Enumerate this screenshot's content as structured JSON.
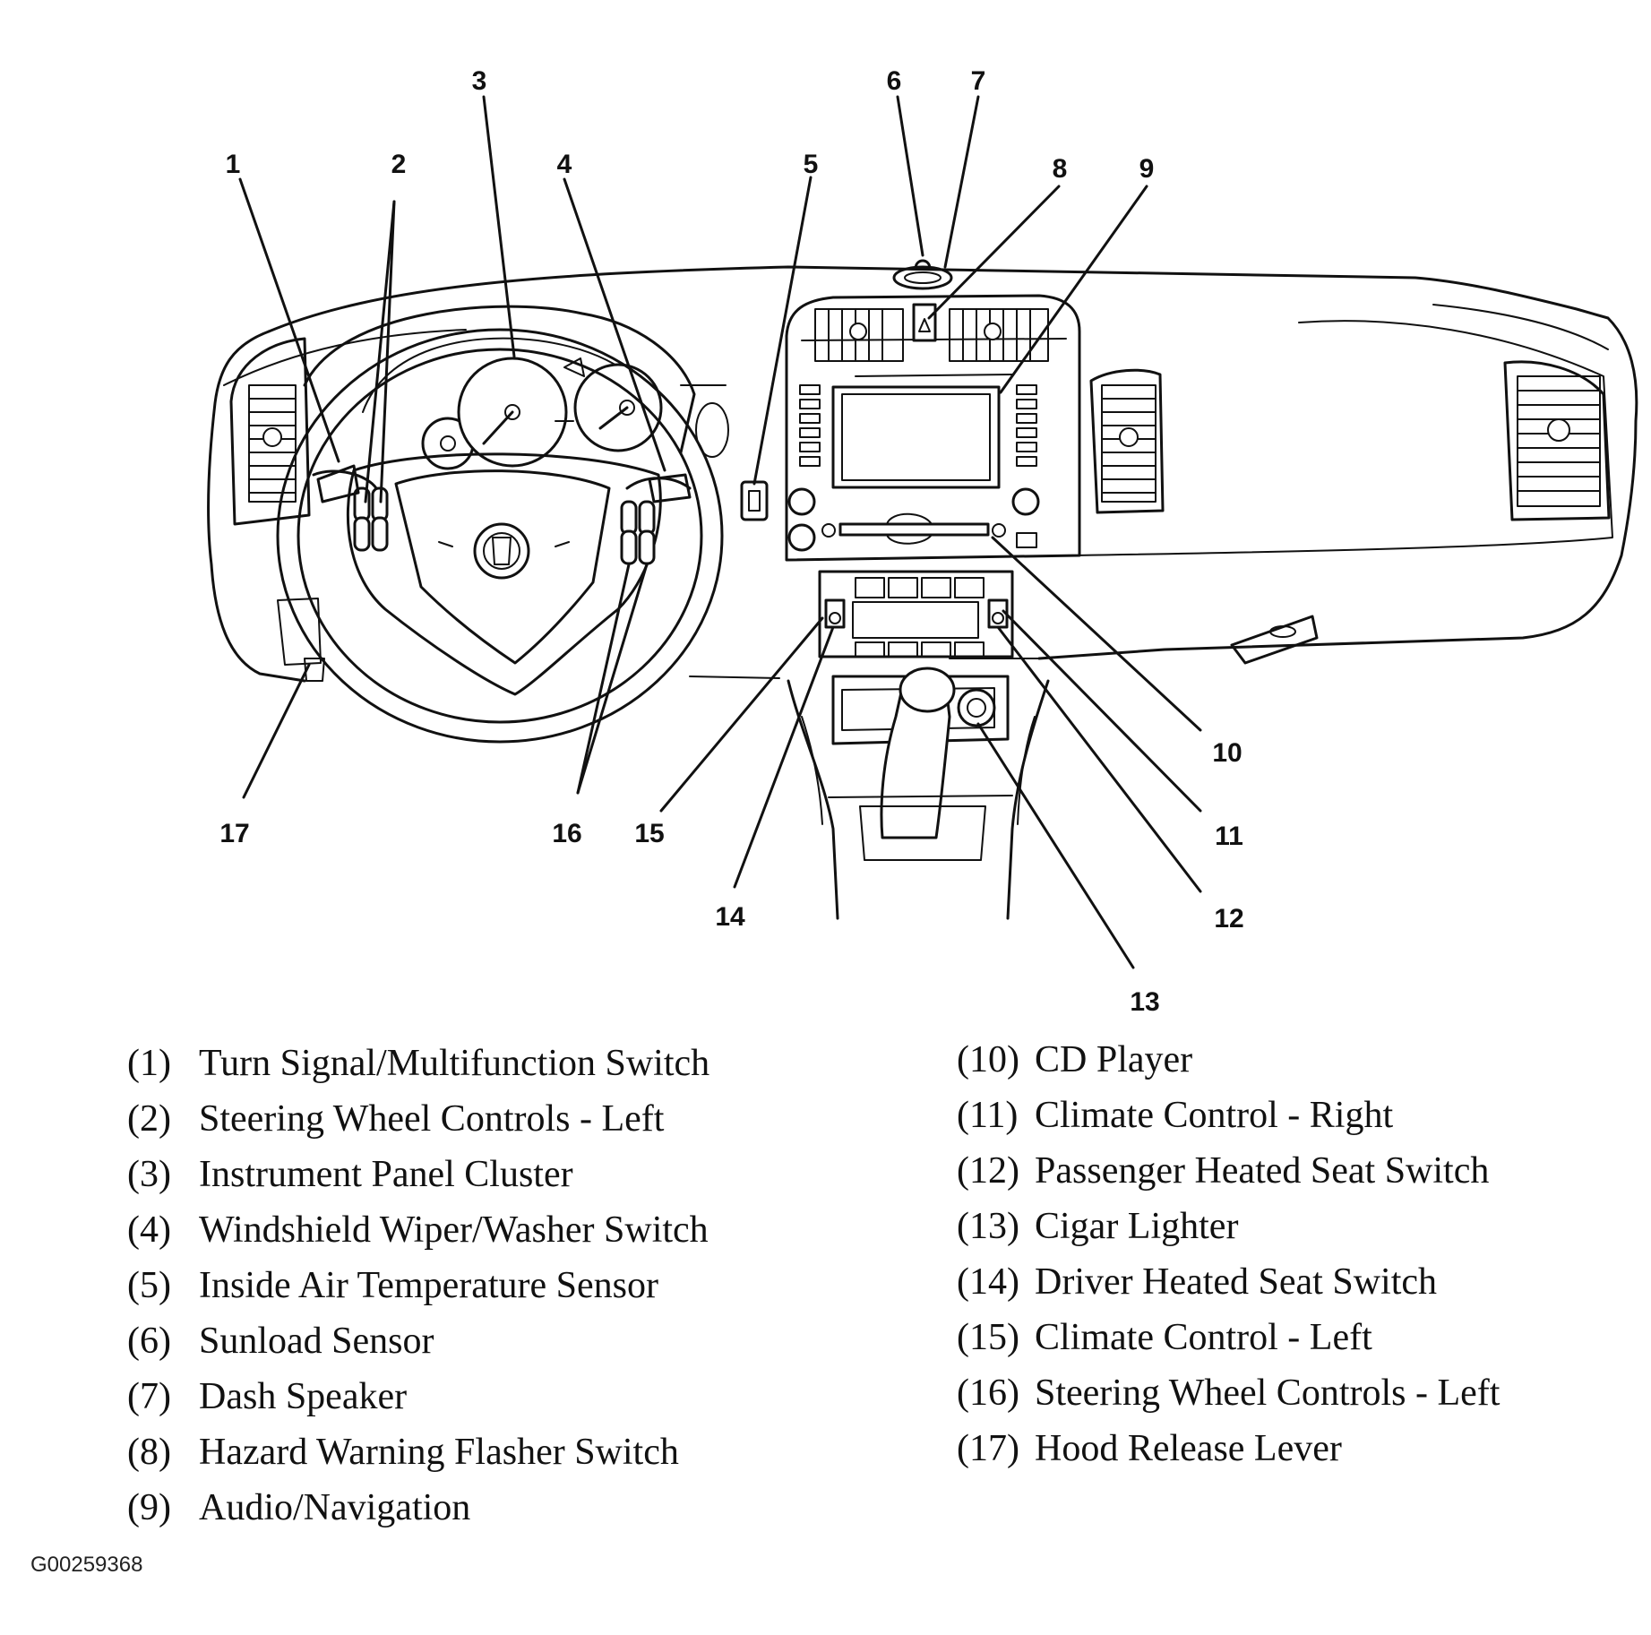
{
  "callouts": [
    "1",
    "2",
    "3",
    "4",
    "5",
    "6",
    "7",
    "8",
    "9",
    "10",
    "11",
    "12",
    "13",
    "14",
    "15",
    "16",
    "17"
  ],
  "legend": {
    "left": [
      {
        "num": "(1)",
        "label": "Turn Signal/Multifunction Switch"
      },
      {
        "num": "(2)",
        "label": "Steering Wheel Controls - Left"
      },
      {
        "num": "(3)",
        "label": "Instrument Panel Cluster"
      },
      {
        "num": "(4)",
        "label": "Windshield Wiper/Washer Switch"
      },
      {
        "num": "(5)",
        "label": "Inside Air Temperature Sensor"
      },
      {
        "num": "(6)",
        "label": "Sunload Sensor"
      },
      {
        "num": "(7)",
        "label": "Dash Speaker"
      },
      {
        "num": "(8)",
        "label": "Hazard Warning Flasher Switch"
      },
      {
        "num": "(9)",
        "label": "Audio/Navigation"
      }
    ],
    "right": [
      {
        "num": "(10)",
        "label": "CD Player"
      },
      {
        "num": "(11)",
        "label": "Climate Control - Right"
      },
      {
        "num": "(12)",
        "label": "Passenger Heated Seat Switch"
      },
      {
        "num": "(13)",
        "label": "Cigar Lighter"
      },
      {
        "num": "(14)",
        "label": "Driver Heated Seat Switch"
      },
      {
        "num": "(15)",
        "label": "Climate Control - Left"
      },
      {
        "num": "(16)",
        "label": "Steering Wheel Controls - Left"
      },
      {
        "num": "(17)",
        "label": "Hood Release Lever"
      }
    ]
  },
  "figure_id": "G00259368"
}
